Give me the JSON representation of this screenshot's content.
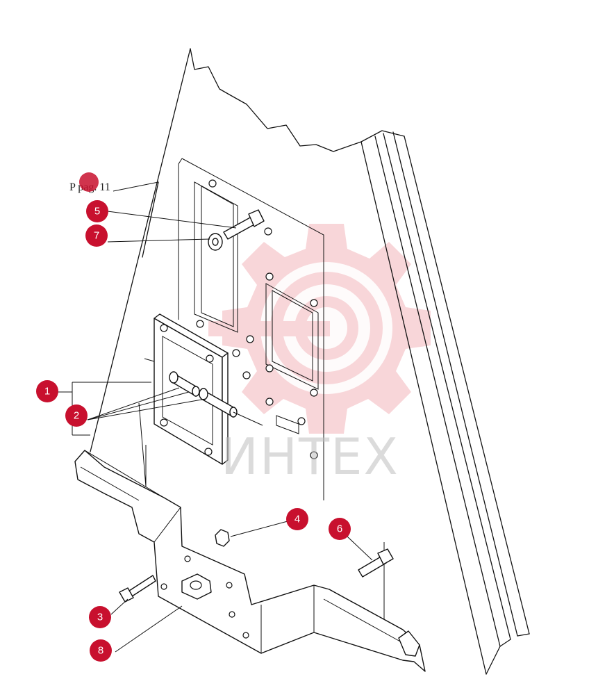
{
  "reference_note": "P pag. 11",
  "watermark": {
    "text": "ИНТЕХ",
    "color": "#f4b6bb"
  },
  "badge_color": "#c8102e",
  "callouts": [
    {
      "id": "1",
      "label": "1"
    },
    {
      "id": "2",
      "label": "2"
    },
    {
      "id": "3",
      "label": "3"
    },
    {
      "id": "4",
      "label": "4"
    },
    {
      "id": "5",
      "label": "5"
    },
    {
      "id": "6",
      "label": "6"
    },
    {
      "id": "7",
      "label": "7"
    },
    {
      "id": "8",
      "label": "8"
    }
  ]
}
